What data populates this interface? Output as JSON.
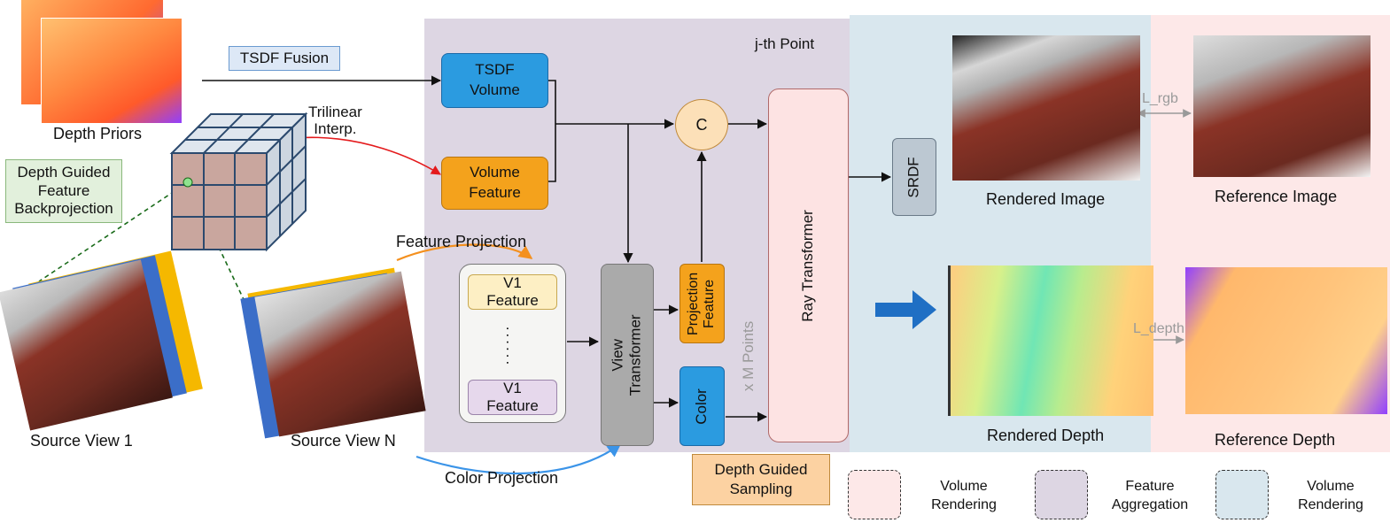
{
  "labels": {
    "tsdf_fusion": "TSDF Fusion",
    "depth_priors": "Depth Priors",
    "trilinear_interp": "Trilinear\nInterp.",
    "depth_guided_backprojection": "Depth Guided\nFeature\nBackprojection",
    "feature_projection": "Feature Projection",
    "color_projection": "Color Projection",
    "source_view_1": "Source View 1",
    "source_view_n": "Source View N",
    "jth_point": "j-th Point",
    "x_m_points": "x M Points",
    "rendered_image": "Rendered Image",
    "reference_image": "Reference Image",
    "rendered_depth": "Rendered Depth",
    "reference_depth": "Reference Depth",
    "l_rgb": "L_rgb",
    "l_depth": "L_depth"
  },
  "blocks": {
    "tsdf_volume": "TSDF\nVolume",
    "volume_feature": "Volume\nFeature",
    "concat": "C",
    "v1_feature_top": "V1\nFeature",
    "ellipsis": "......",
    "v1_feature_bottom": "V1\nFeature",
    "view_transformer": "View\nTransformer",
    "projection_feature": "Projection\nFeature",
    "color": "Color",
    "ray_transformer": "Ray Transformer",
    "srdf": "SRDF",
    "depth_guided_sampling": "Depth Guided\nSampling"
  },
  "legend": [
    {
      "label": "Volume\nRendering",
      "color": "#fde8e8"
    },
    {
      "label": "Feature\nAggregation",
      "color": "#ddd6e3"
    },
    {
      "label": "Volume\nRendering",
      "color": "#d9e7ee"
    }
  ],
  "colors": {
    "feature_aggregation_bg": "#ddd6e3",
    "volume_rendering_bg": "#d9e7ee",
    "reference_bg": "#fde8e8",
    "tsdf_volume": "#2b9be0",
    "volume_feature": "#f4a21c",
    "projection_feature": "#f4a21c",
    "color_block": "#2b9be0",
    "concat": "#fce0b8",
    "ray_transformer": "#fde3e3",
    "srdf": "#bcc8d2",
    "view_transformer": "#aaaaaa",
    "depth_guided_sampling": "#fcd2a2",
    "red_arrow": "#e41a1c",
    "orange_arrow": "#f4901e",
    "blue_arrow": "#3b94e8",
    "dashed_green": "#1a6b1a"
  }
}
